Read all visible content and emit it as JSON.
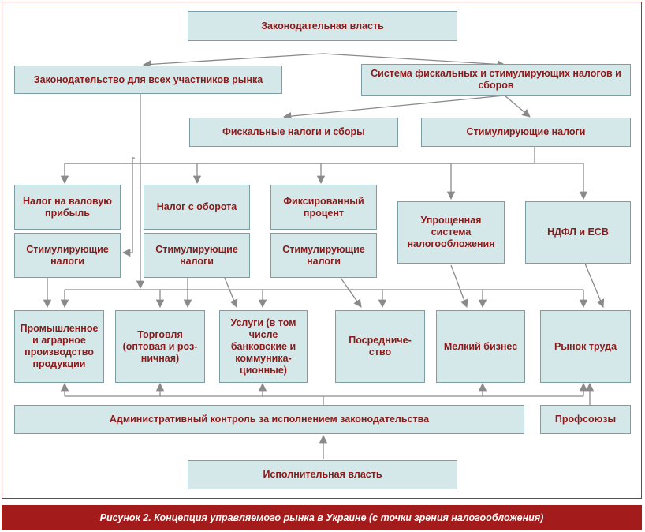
{
  "nodes": {
    "legislative": "Законодательная власть",
    "law_all": "Законодательство для всех участников рынка",
    "tax_system": "Система фискальных и стимулирующих налогов и сборов",
    "fiscal": "Фискальные налоги и сборы",
    "stimulating": "Стимулирующие налоги",
    "profit_tax": "Налог на валовую прибыль",
    "turnover_tax": "Налог с оборота",
    "fixed_pct": "Фиксированный процент",
    "simplified": "Упрощенная система налогообложения",
    "ndfl": "НДФЛ и ЕСВ",
    "stim1": "Стимулирующие налоги",
    "stim2": "Стимулирующие налоги",
    "stim3": "Стимулирующие налоги",
    "industry": "Промышленное и аграрное производство продукции",
    "trade": "Торговля (оптовая и роз-ничная)",
    "services": "Услуги (в том числе банковские и коммуника-ционные)",
    "intermediary": "Посредниче-ство",
    "small_biz": "Мелкий бизнес",
    "labor": "Рынок труда",
    "admin": "Административный контроль за исполнением законодательства",
    "unions": "Профсоюзы",
    "executive": "Исполнительная власть"
  },
  "caption": "Рисунок 2. Концепция управляемого рынка в Украине  (с точки зрения налогообложения)",
  "colors": {
    "box_fill": "#d4e8ea",
    "box_border": "#7d9ea5",
    "text": "#8b1a1a",
    "arrow": "#8a8a8a",
    "caption_bg": "#a31b1b"
  }
}
